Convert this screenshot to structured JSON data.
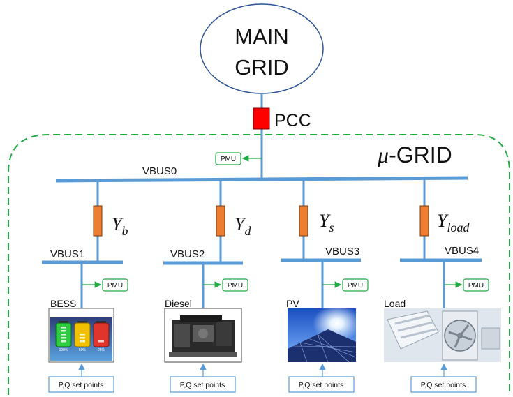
{
  "main_grid": {
    "line1": "MAIN",
    "line2": "GRID"
  },
  "pcc": {
    "label": "PCC"
  },
  "microgrid": {
    "mu": "μ",
    "suffix": "-GRID"
  },
  "vbus0": {
    "label": "VBUS0"
  },
  "pmu_label": "PMU",
  "setpoints_label": "P,Q set points",
  "branches": [
    {
      "admittance_main": "Y",
      "admittance_sub": "b",
      "bus": "VBUS1",
      "device": "BESS"
    },
    {
      "admittance_main": "Y",
      "admittance_sub": "d",
      "bus": "VBUS2",
      "device": "Diesel"
    },
    {
      "admittance_main": "Y",
      "admittance_sub": "s",
      "bus": "VBUS3",
      "device": "PV"
    },
    {
      "admittance_main": "Y",
      "admittance_sub": "load",
      "bus": "VBUS4",
      "device": "Load"
    }
  ],
  "battery_levels": [
    "100%",
    "50%",
    "25%"
  ],
  "colors": {
    "bus_line": "#5b9bd5",
    "pcc_fill": "#ff0000",
    "impedance_fill": "#ed7d31",
    "boundary": "#22aa44",
    "pmu_border": "#22aa44"
  }
}
